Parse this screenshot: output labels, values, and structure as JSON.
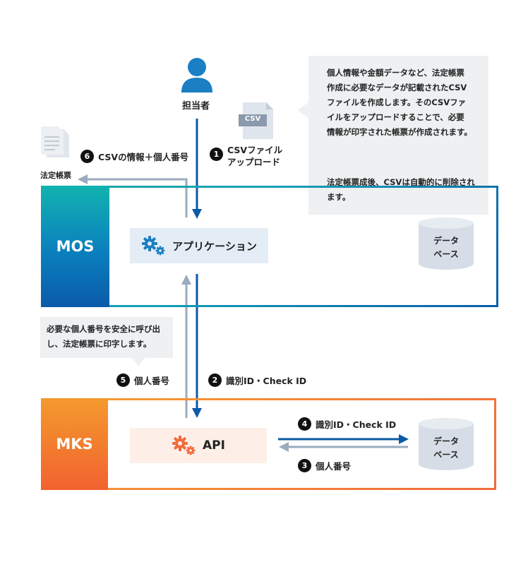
{
  "actor": {
    "label": "担当者",
    "icon": "person-icon"
  },
  "csv_file": {
    "badge": "CSV",
    "icon": "csv-file-icon"
  },
  "output_doc": {
    "label": "法定帳票",
    "icon": "document-stack-icon"
  },
  "systems": {
    "mos": {
      "label": "MOS",
      "app_label": "アプリケーション",
      "db_lines": [
        "データ",
        "ベース"
      ]
    },
    "mks": {
      "label": "MKS",
      "api_label": "API",
      "db_lines": [
        "データ",
        "ベース"
      ]
    }
  },
  "bubbles": {
    "top_lines": [
      "個人情報や金額データなど、法定帳票",
      "作成に必要なデータが記載されたCSV",
      "ファイルを作成します。そのCSVファ",
      "イルをアップロードすることで、必要",
      "情報が印字された帳票が作成されます。"
    ],
    "top_after_lines": [
      "法定帳票成後、CSVは自動的に削除され",
      "ます。"
    ],
    "left_lines": [
      "必要な個人番号を安全に呼び出",
      "し、法定帳票に印字します。"
    ]
  },
  "steps": [
    {
      "num": "1",
      "lines": [
        "CSVファイル",
        "アップロード"
      ]
    },
    {
      "num": "2",
      "lines": [
        "識別ID・Check ID"
      ]
    },
    {
      "num": "3",
      "lines": [
        "個人番号"
      ]
    },
    {
      "num": "4",
      "lines": [
        "識別ID・Check ID"
      ]
    },
    {
      "num": "5",
      "lines": [
        "個人番号"
      ]
    },
    {
      "num": "6",
      "lines": [
        "CSVの情報＋個人番号"
      ]
    }
  ],
  "colors": {
    "blue_arrow": "#0b5aa6",
    "gray_arrow": "#9aabbd",
    "mos_accent": "#0a7fbe",
    "mks_accent": "#f26a3c"
  }
}
